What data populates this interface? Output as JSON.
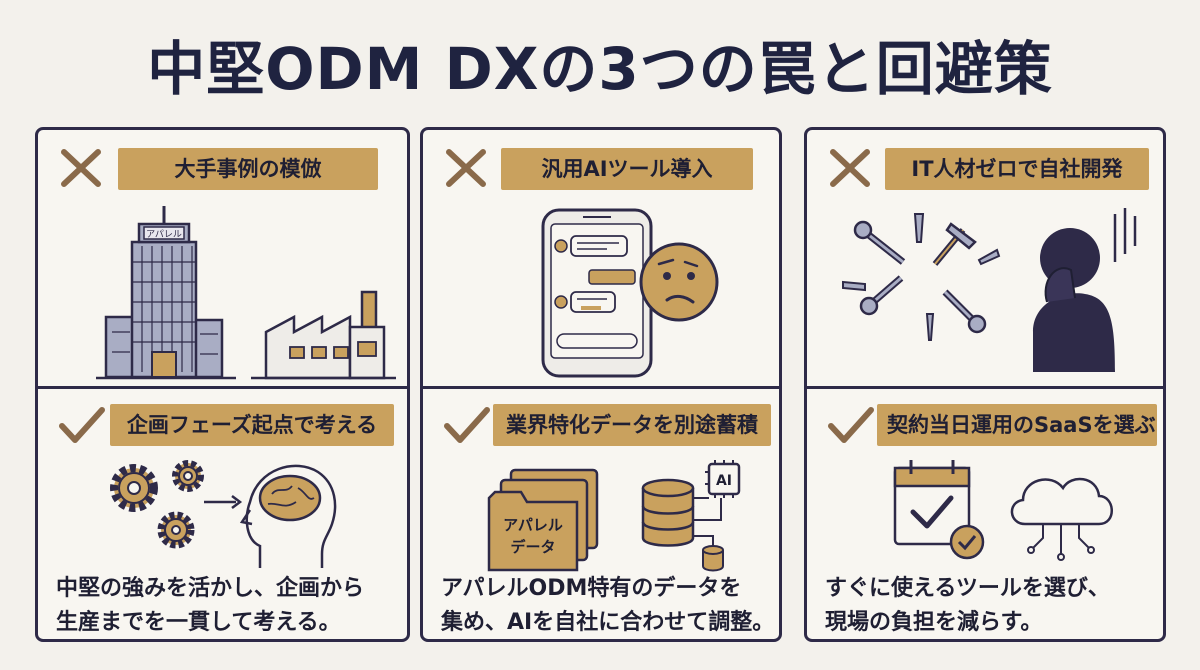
{
  "title": "中堅ODM DXの3つの罠と回避策",
  "colors": {
    "accent": "#c9a15e",
    "ink": "#2e2a48",
    "background": "#f3f1ec"
  },
  "columns": [
    {
      "trap": {
        "label": "大手事例の模倣",
        "icon": "x-mark-icon",
        "illustration_sign": "アパレル"
      },
      "solution": {
        "label": "企画フェーズ起点で考える",
        "icon": "check-mark-icon"
      },
      "description": [
        "中堅の強みを活かし、企画から",
        "生産までを一貫して考える。"
      ]
    },
    {
      "trap": {
        "label": "汎用AIツール導入",
        "icon": "x-mark-icon"
      },
      "solution": {
        "label": "業界特化データを別途蓄積",
        "icon": "check-mark-icon",
        "folder_label_1": "アパレル",
        "folder_label_2": "データ",
        "chip_label": "AI"
      },
      "description": [
        "アパレルODM特有のデータを",
        "集め、AIを自社に合わせて調整。"
      ]
    },
    {
      "trap": {
        "label": "IT人材ゼロで自社開発",
        "icon": "x-mark-icon"
      },
      "solution": {
        "label": "契約当日運用のSaaSを選ぶ",
        "icon": "check-mark-icon"
      },
      "description": [
        "すぐに使えるツールを選び、",
        "現場の負担を減らす。"
      ]
    }
  ]
}
